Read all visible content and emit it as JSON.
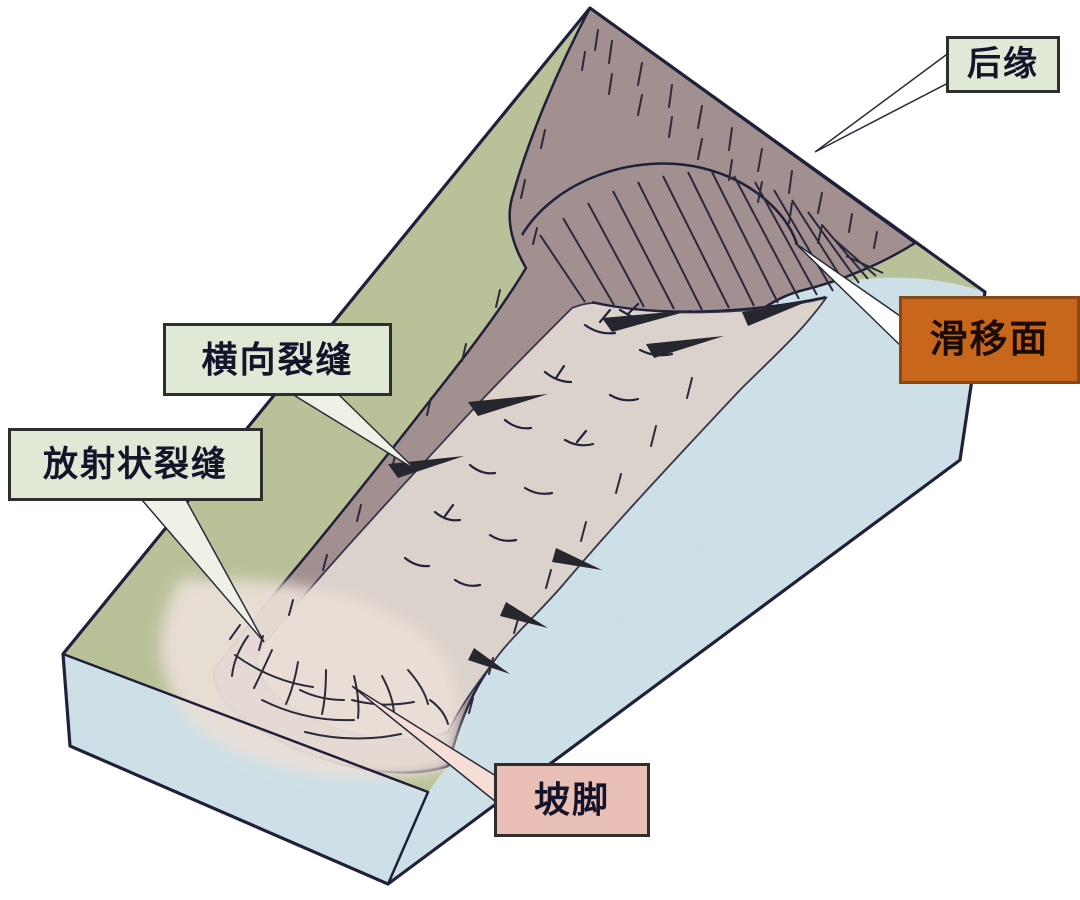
{
  "labels": {
    "rear_edge": "后缘",
    "slide_surface": "滑移面",
    "transverse_cracks": "横向裂缝",
    "radial_cracks": "放射状裂缝",
    "slope_toe": "坡脚"
  },
  "colors": {
    "block_side": "#cde0e8",
    "slope_top": "#b9c199",
    "scar": "#a28f90",
    "slide_mass": "#dbd2cc",
    "toe_fan": "#e9dfd7",
    "outline": "#20203a",
    "crack": "#26262e",
    "label_green": "#dfe9d5",
    "label_orange": "#c8671b",
    "label_pink": "#e9bfb6",
    "leader_white": "#ffffff"
  }
}
